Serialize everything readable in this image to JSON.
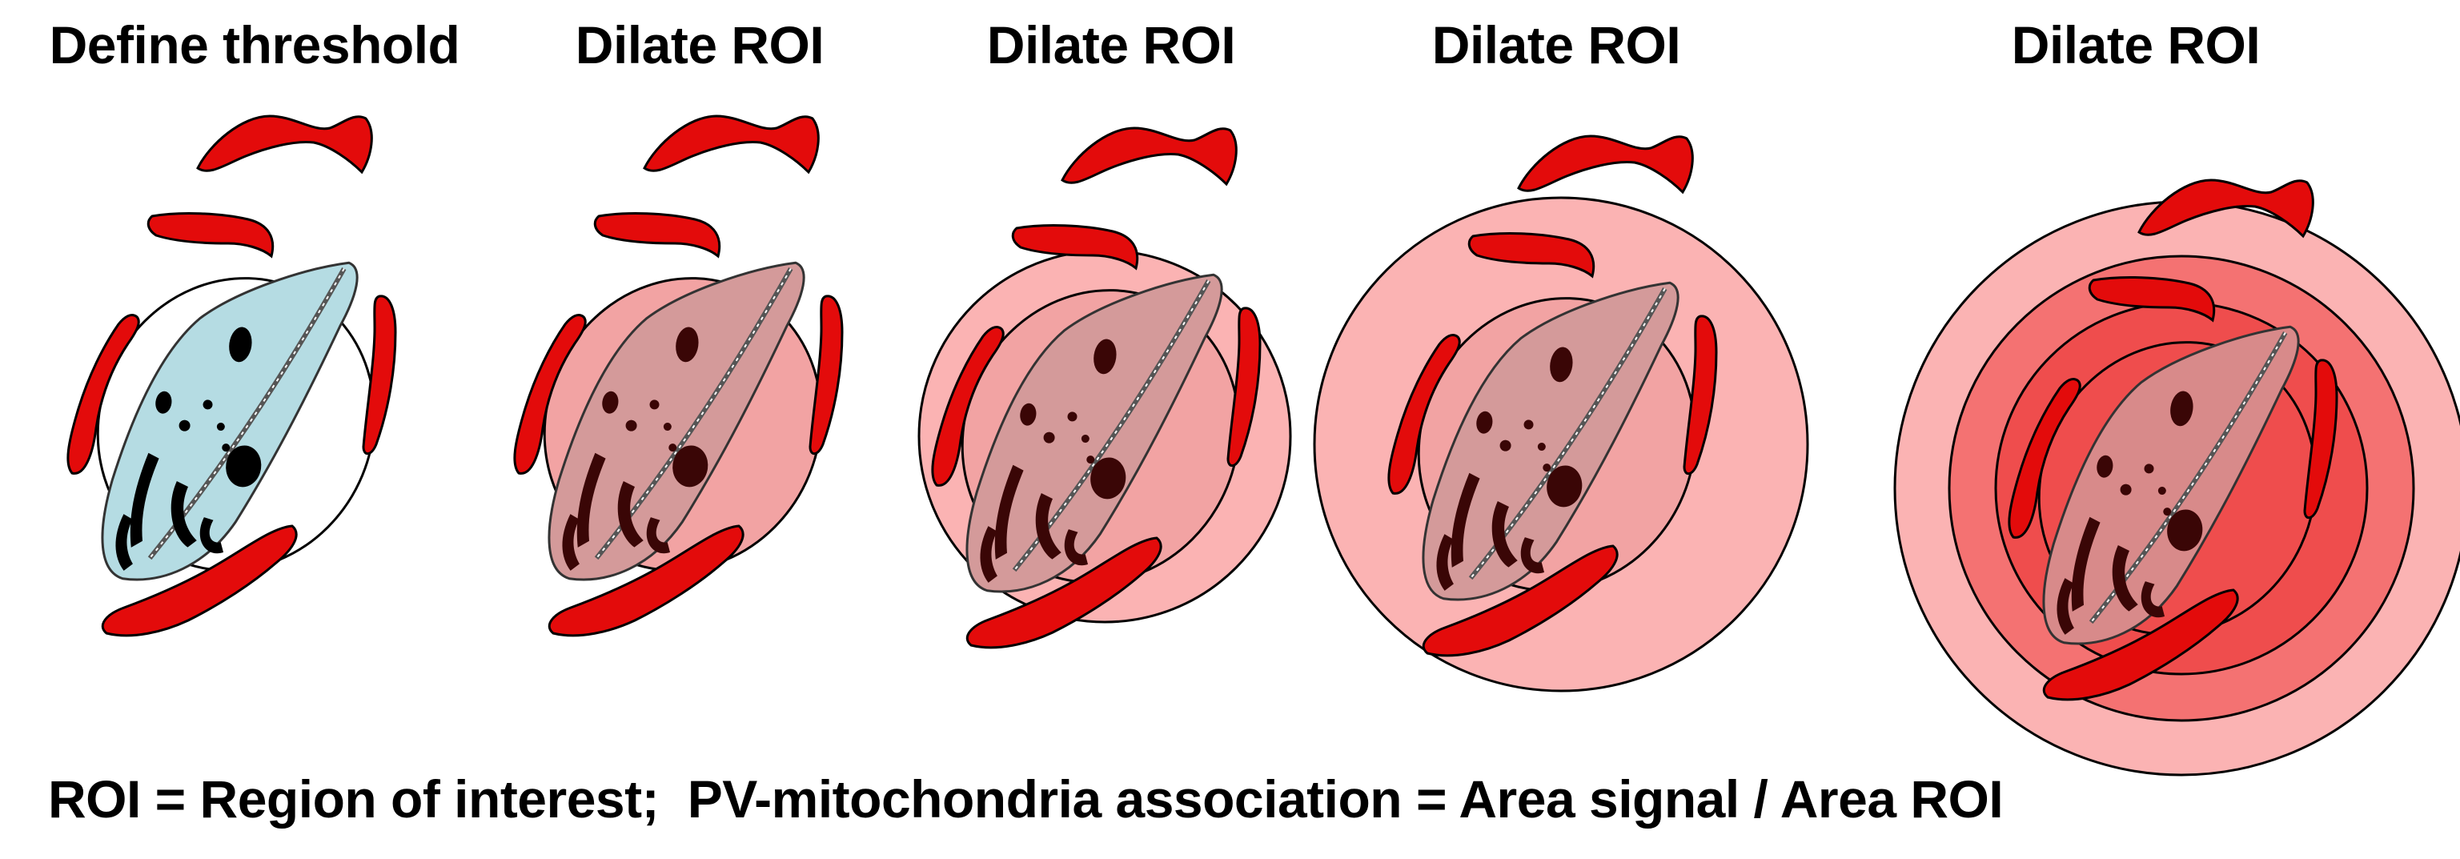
{
  "titles": {
    "panel_1": "Define threshold",
    "panel_2": "Dilate ROI",
    "panel_3": "Dilate ROI",
    "panel_4": "Dilate ROI",
    "panel_5": "Dilate ROI"
  },
  "caption": {
    "roi_definition": "ROI = Region of interest;",
    "association_formula": "PV-mitochondria association = Area signal / Area ROI"
  },
  "colors": {
    "mitochondria": "#e30b0b",
    "parasite_fill": "#b5dce3",
    "roi_fill": "#f2a3a3",
    "ring_light": "#fbb3b3",
    "ring_mid": "#f47272",
    "ring_dark": "#ef4d4d",
    "outline": "#000000"
  },
  "panels": [
    {
      "id": "define-threshold",
      "roi_dilation_rings": 0
    },
    {
      "id": "dilate-1",
      "roi_dilation_rings": 0
    },
    {
      "id": "dilate-2",
      "roi_dilation_rings": 1
    },
    {
      "id": "dilate-3",
      "roi_dilation_rings": 1
    },
    {
      "id": "dilate-4",
      "roi_dilation_rings": 3
    }
  ]
}
